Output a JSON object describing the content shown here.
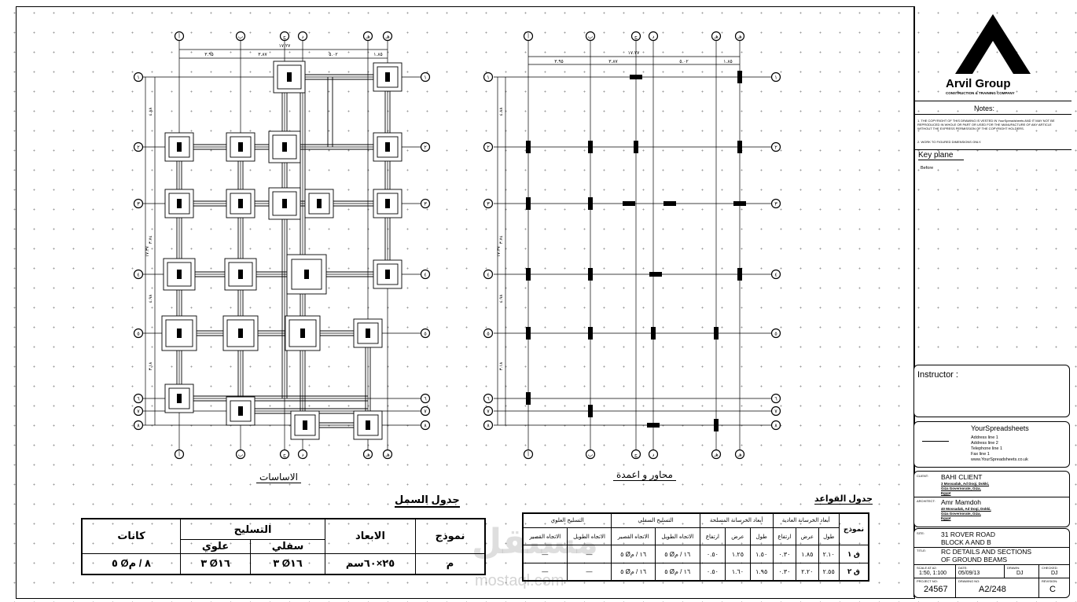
{
  "drawings": {
    "foundations_label": "الاساسات",
    "axes_columns_label": "محاور و اعمدة"
  },
  "plan": {
    "column_axes": [
      "أ",
      "ب",
      "ج",
      "د",
      "هـ"
    ],
    "row_axes": [
      "١",
      "٢",
      "٣",
      "٤",
      "٥",
      "٦",
      "٧",
      "٨"
    ],
    "top_dims": [
      "٣.٩٥",
      "٣.٨٧",
      "٥.٠٢",
      "١.٨٥"
    ],
    "top_total": "١٧.٢٧",
    "side_dims": [
      "٤.٨٨",
      "٣.٧٤",
      "٤.٩٨",
      "٣.١٨"
    ],
    "side_total": "١٧.٣٧"
  },
  "beam_table": {
    "title": "جدول السمل",
    "headers": {
      "type": "نموذج",
      "dims": "الابعاد",
      "rebar": "التسليح",
      "bottom": "سفلي",
      "top": "علوي",
      "stirrups": "كانات"
    },
    "row": {
      "type": "م",
      "dims": "٢٥×٦٠سم",
      "bottom": "٣ Ø١٦",
      "top": "٣ Ø١٦",
      "stirrups": "٥ Ø٨ / م"
    }
  },
  "footing_table": {
    "title": "جدول القواعد",
    "headers": {
      "type": "نموذج",
      "plain": "أبعاد الخرسانة العادية",
      "rc": "أبعاد الخرسانة المسلحة",
      "bottom_steel": "التسليح السفلي",
      "top_steel": "التسليح العلوي",
      "length": "طول",
      "width": "عرض",
      "height": "ارتفاع",
      "long_dir": "الاتجاه الطويل",
      "short_dir": "الاتجاه القصير"
    },
    "rows": [
      {
        "type": "ق ١",
        "pl_l": "٢.١٠",
        "pl_w": "١.٨٥",
        "pl_h": "٠.٣٠",
        "rc_l": "١.٥٠",
        "rc_w": "١.٢٥",
        "rc_h": "٠.٥٠",
        "b_long": "٥ Ø١٦ / م",
        "b_short": "٥ Ø١٦ / م",
        "t_long": "—",
        "t_short": "—"
      },
      {
        "type": "ق ٢",
        "pl_l": "٢.٥٥",
        "pl_w": "٢.٢٠",
        "pl_h": "٠.٣٠",
        "rc_l": "١.٩٥",
        "rc_w": "١.٦٠",
        "rc_h": "٠.٥٠",
        "b_long": "٥ Ø١٦ / م",
        "b_short": "٥ Ø١٦ / م",
        "t_long": "—",
        "t_short": "—"
      }
    ]
  },
  "watermark": {
    "arabic": "مستقل",
    "latin": "mostaql.com"
  },
  "titleblock": {
    "company": "Arvil Group",
    "company_sub": "CONSTRUCTION & TRAINING COMPANY",
    "notes_title": "Notes:",
    "note1": "1. THE COPYRIGHT OF THIS DRAWING IS VESTED IN YourSpreadsheets AND IT MAY NOT BE REPRODUCED IN WHOLE OR PART OR USED FOR THE MANUFACTURE OF ANY ARTICLE WITHOUT THE EXPRESS PERMISSION OF THE COPYRIGHT HOLDERS.",
    "note2": "2. WORK TO FIGURED DIMENSIONS ONLY.",
    "key_plane": "Key plane",
    "before": "Before",
    "instructor": "Instructor :",
    "firm_name": "YourSpreadsheets",
    "addr1": "Address line 1",
    "addr2": "Address line 2",
    "tel": "Telephone line 1",
    "fax": "Fax line 1",
    "web": "www.YourSpreadsheets.co.uk",
    "client_lbl": "CLIENT:",
    "client": "BAHI CLIENT",
    "client_addr1": "3 Mossadak, Ad Doqi, Dokki,",
    "client_addr2": "Giza Governorate, Giza,",
    "client_addr3": "Egypt",
    "architect_lbl": "ARCHITECT:",
    "architect": "Amr Mamdoh",
    "arch_addr1": "40 Mossadak, Ad Doqi, Dokki,",
    "arch_addr2": "Giza Governorate, Giza,",
    "arch_addr3": "Egypt",
    "site_lbl": "SITE:",
    "site1": "31 ROVER ROAD",
    "site2": "BLOCK A AND B",
    "title_lbl": "TITLE:",
    "title1": "RC DETAILS AND SECTIONS",
    "title2": "OF GROUND BEAMS",
    "scale_lbl": "SCALE AT A2:",
    "scale": "1:50, 1:100",
    "date_lbl": "DATE:",
    "date": "05/09/13",
    "drawn_lbl": "DRAWN:",
    "drawn": "DJ",
    "checked_lbl": "CHECKED:",
    "checked": "DJ",
    "project_lbl": "PROJECT NO:",
    "project": "24567",
    "drawing_lbl": "DRAWING NO:",
    "drawing": "A2/248",
    "revision_lbl": "REVISION:",
    "revision": "C"
  }
}
